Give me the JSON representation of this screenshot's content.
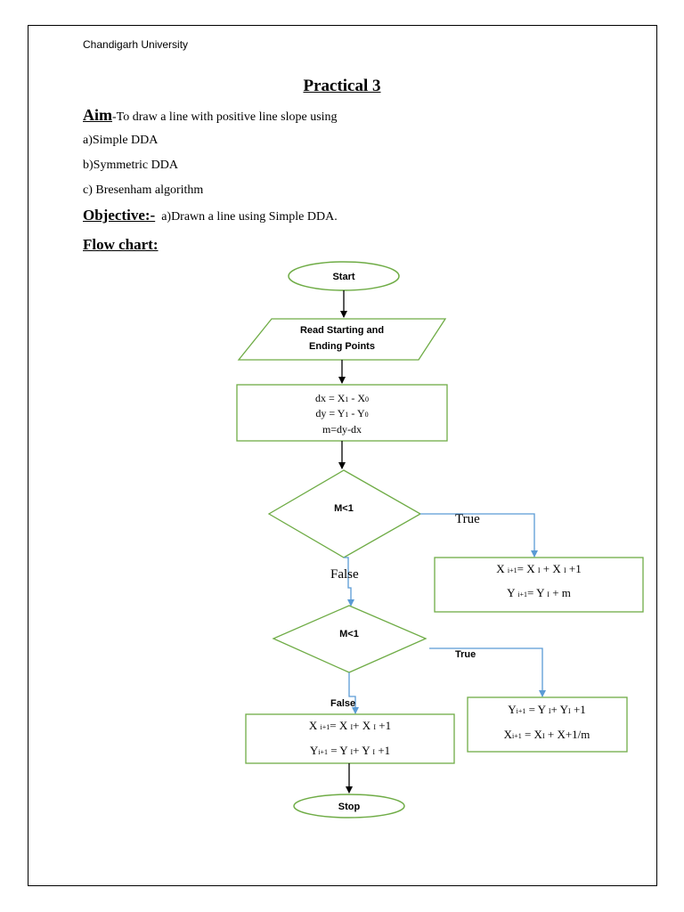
{
  "header": {
    "university": "Chandigarh University"
  },
  "title": "Practical 3",
  "aim": {
    "label": "Aim",
    "text": "-To draw a line with positive line slope using",
    "items": [
      "a)Simple DDA",
      "b)Symmetric DDA",
      "c) Bresenham algorithm"
    ]
  },
  "objective": {
    "label": "Objective:-",
    "text": "a)Drawn a line using Simple DDA."
  },
  "flowchart_heading": "Flow chart:",
  "flowchart": {
    "start": "Start",
    "read_line1": "Read Starting and",
    "read_line2": "Ending Points",
    "calc": [
      "dx = X",
      "1",
      " - X",
      "0",
      "dy = Y",
      "1",
      " - Y",
      "0",
      "m=dy-dx"
    ],
    "decision1": "M<1",
    "true1": "True",
    "false1": "False",
    "right1_line1": [
      "X ",
      "i+1",
      "= X ",
      "I",
      " + X ",
      "I",
      " +1"
    ],
    "right1_line2": [
      "Y ",
      "i+1",
      "= Y ",
      "I",
      " + m"
    ],
    "decision2": "M<1",
    "true2": "True",
    "false2": "False",
    "right2_line1": [
      "Y",
      "i+1",
      " = Y ",
      "I",
      "+ Y",
      "I",
      " +1"
    ],
    "right2_line2": [
      "X",
      "i+1",
      " = X",
      "I",
      " + X+1/m"
    ],
    "left2_line1": [
      "X ",
      "i+1",
      "= X ",
      "I",
      "+ X ",
      "I",
      " +1"
    ],
    "left2_line2": [
      "Y",
      "i+1",
      " = Y ",
      "I",
      "+ Y ",
      "I",
      " +1"
    ],
    "stop": "Stop"
  },
  "colors": {
    "shape_stroke": "#6fac46",
    "arrow_blue": "#5b9bd5",
    "arrow_black": "#000000"
  }
}
